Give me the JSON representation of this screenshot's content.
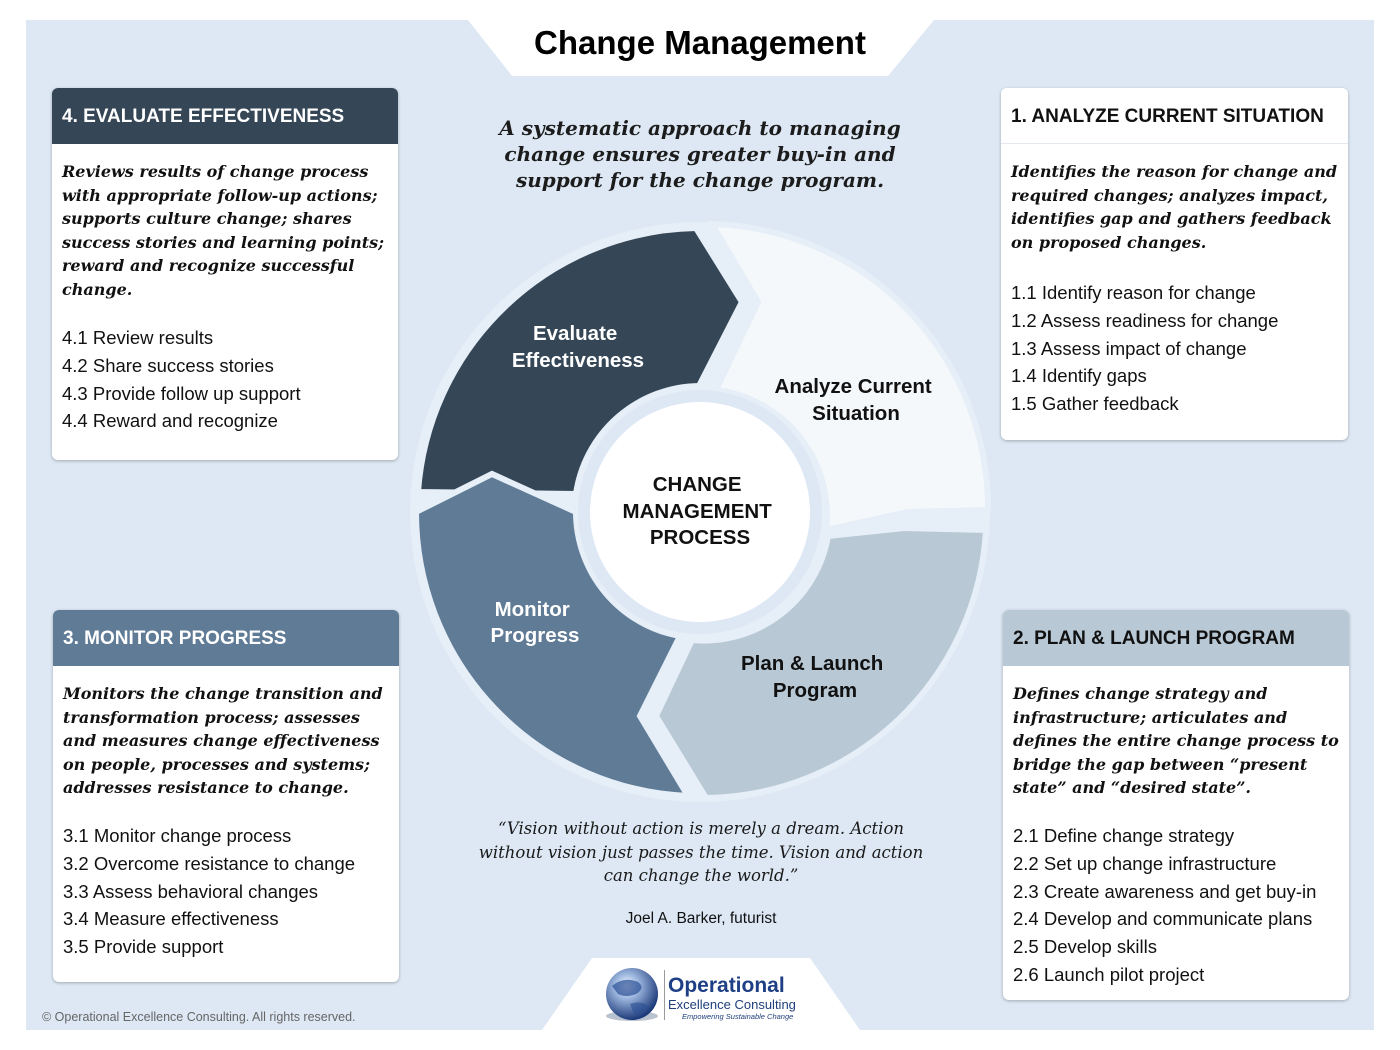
{
  "title": "Change Management",
  "subtitle": "A systematic approach to managing change ensures greater buy-in and support for the change program.",
  "center_label": [
    "CHANGE",
    "MANAGEMENT",
    "PROCESS"
  ],
  "segments": {
    "evaluate": [
      "Evaluate",
      "Effectiveness"
    ],
    "analyze": [
      "Analyze Current",
      "Situation"
    ],
    "plan": [
      "Plan & Launch",
      "Program"
    ],
    "monitor": [
      "Monitor",
      "Progress"
    ]
  },
  "cards": {
    "evaluate": {
      "header": "4.  EVALUATE EFFECTIVENESS",
      "description": "Reviews results of change process with appropriate follow-up actions; supports culture change; shares success stories and learning points; reward and recognize successful change.",
      "items": [
        "4.1  Review results",
        "4.2  Share success stories",
        "4.3  Provide follow up support",
        "4.4  Reward and recognize"
      ]
    },
    "analyze": {
      "header": "1.  ANALYZE CURRENT SITUATION",
      "description": "Identifies the reason for change and required changes; analyzes impact, identifies gap and gathers feedback on proposed changes.",
      "items": [
        "1.1  Identify reason for change",
        "1.2  Assess readiness for change",
        "1.3  Assess impact of change",
        "1.4  Identify gaps",
        "1.5  Gather feedback"
      ]
    },
    "monitor": {
      "header": "3.  MONITOR PROGRESS",
      "description": "Monitors the change transition and transformation process; assesses and measures change effectiveness on people, processes and systems; addresses resistance to change.",
      "items": [
        "3.1  Monitor change process",
        "3.2  Overcome resistance to change",
        "3.3  Assess behavioral changes",
        "3.4  Measure effectiveness",
        "3.5  Provide support"
      ]
    },
    "plan": {
      "header": "2.  PLAN & LAUNCH PROGRAM",
      "description": "Defines change strategy and infrastructure; articulates and defines the entire change process to bridge the gap between “present state” and “desired state”.",
      "items": [
        "2.1  Define change strategy",
        "2.2  Set up change infrastructure",
        "2.3  Create awareness and get buy-in",
        "2.4  Develop and communicate plans",
        "2.5  Develop skills",
        "2.6  Launch pilot project"
      ]
    }
  },
  "quote": "“Vision without action is merely a dream. Action without vision just passes the time. Vision and action can change the world.”",
  "quote_author": "Joel A. Barker, futurist",
  "logo": {
    "line1": "Operational",
    "line2": "Excellence Consulting",
    "line3": "Empowering Sustainable Change"
  },
  "copyright": "© Operational Excellence Consulting. All rights reserved.",
  "colors": {
    "background_panel": "#dde8f4",
    "evaluate": "#354757",
    "monitor": "#5f7b96",
    "plan": "#b8c8d5",
    "analyze": "#f5f8fb",
    "header_dark": "#354757",
    "header_mid": "#5f7b96",
    "header_light": "#b8c8d5",
    "header_white": "#ffffff"
  }
}
